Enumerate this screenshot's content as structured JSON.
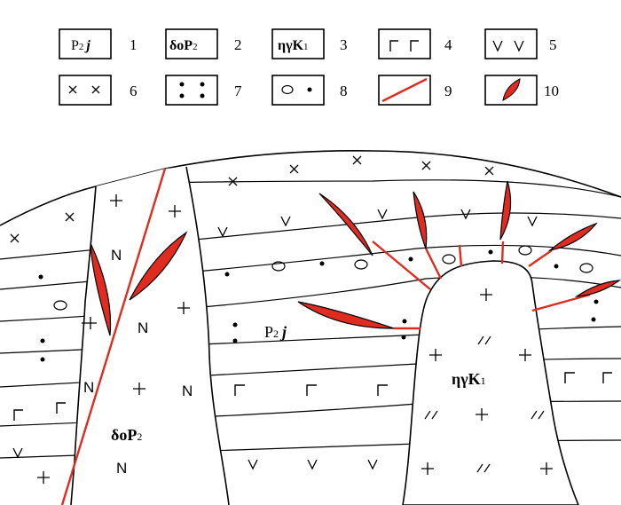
{
  "colors": {
    "ore": "#e02b20",
    "fault": "#e02b20",
    "line": "#000000",
    "background": "#ffffff"
  },
  "legend": [
    {
      "number": "1",
      "code_main": "P",
      "code_sub": "2",
      "code_italic": "j",
      "code_tail": "",
      "code_tail_sub": "",
      "pattern": "text"
    },
    {
      "number": "2",
      "code_main": "δoP",
      "code_sub": "2",
      "code_italic": "",
      "code_tail": "",
      "code_tail_sub": "",
      "pattern": "text"
    },
    {
      "number": "3",
      "code_main": "ηγK",
      "code_sub": "1",
      "code_italic": "",
      "code_tail": "",
      "code_tail_sub": "",
      "pattern": "text"
    },
    {
      "number": "4",
      "pattern": "corners"
    },
    {
      "number": "5",
      "pattern": "v-marks"
    },
    {
      "number": "6",
      "pattern": "crosses"
    },
    {
      "number": "7",
      "pattern": "dots"
    },
    {
      "number": "8",
      "pattern": "oval-dot"
    },
    {
      "number": "9",
      "pattern": "red-line"
    },
    {
      "number": "10",
      "pattern": "red-lens"
    }
  ],
  "labels": {
    "host_main": "P",
    "host_sub": "2",
    "host_italic": "j",
    "diorite_main": "δoP",
    "diorite_sub": "2",
    "granite_main": "ηγK",
    "granite_sub": "1"
  }
}
